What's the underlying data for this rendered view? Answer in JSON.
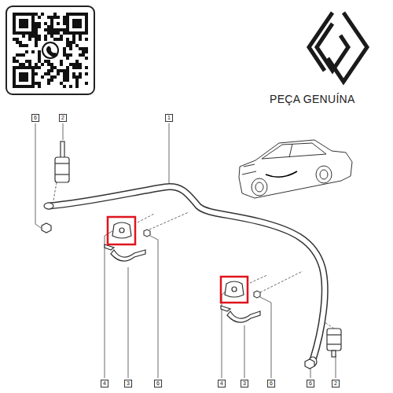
{
  "diagram": {
    "labels": [
      "PEÇA GENUÍNA",
      "6",
      "2",
      "1",
      "4",
      "3",
      "6",
      "4",
      "3",
      "6",
      "6",
      "2"
    ]
  }
}
